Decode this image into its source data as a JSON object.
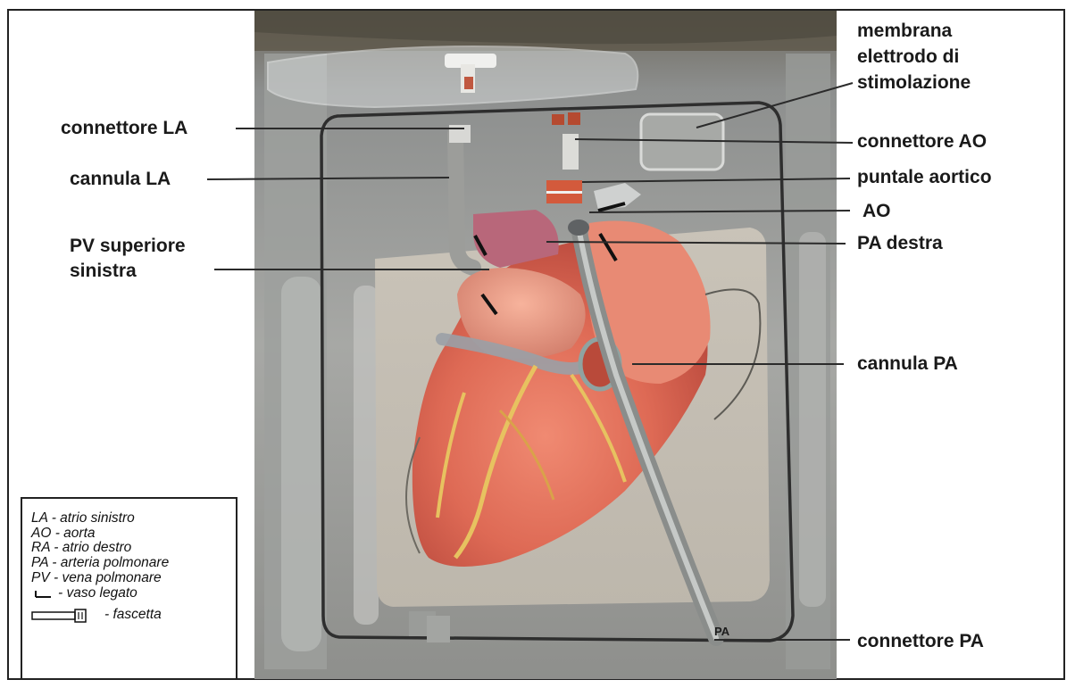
{
  "labels": {
    "connettore_la": "connettore LA",
    "cannula_la": "cannula LA",
    "pv_superiore": [
      "PV superiore",
      "sinistra"
    ],
    "membrana": [
      "membrana",
      "elettrodo di",
      "stimolazione"
    ],
    "connettore_ao": "connettore AO",
    "puntale_aortico": "puntale aortico",
    "ao": "AO",
    "pa_destra": "PA destra",
    "cannula_pa": "cannula PA",
    "connettore_pa": "connettore PA"
  },
  "photo_marking": "PA",
  "legend": [
    {
      "abbr": "LA",
      "text": " - atrio sinistro"
    },
    {
      "abbr": "AO",
      "text": " - aorta"
    },
    {
      "abbr": "RA",
      "text": " - atrio destro"
    },
    {
      "abbr": "PA",
      "text": " - arteria polmonare"
    },
    {
      "abbr": "PV",
      "text": " - vena polmonare"
    }
  ],
  "legend_ligated": "- vaso legato",
  "legend_band": "- fascetta"
}
